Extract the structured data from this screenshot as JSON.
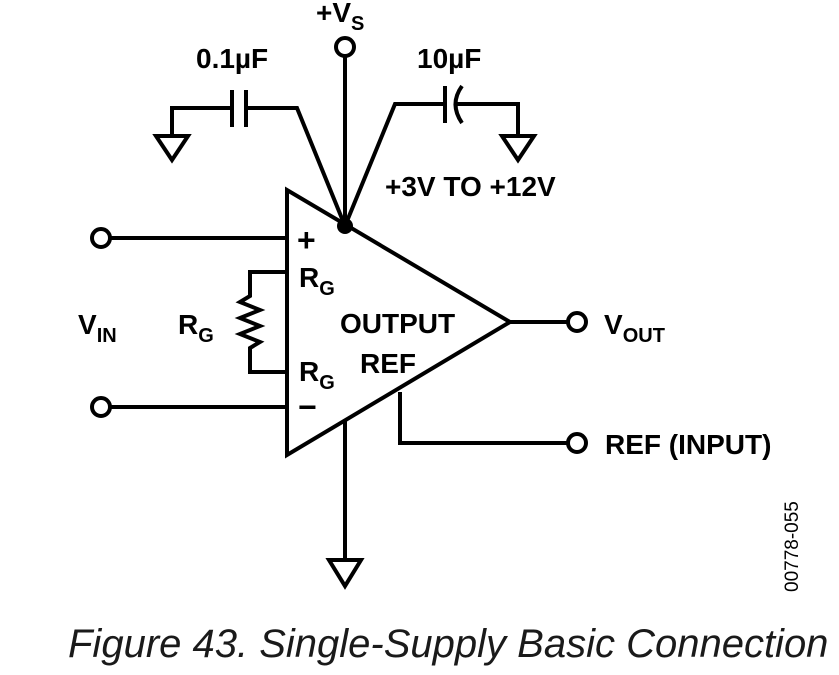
{
  "labels": {
    "supply_main": "+V",
    "supply_sub": "S",
    "cap_small": "0.1µF",
    "cap_large": "10µF",
    "supply_range": "+3V TO +12V",
    "plus_sign": "+",
    "minus_sign": "−",
    "rg_main": "R",
    "rg_sub": "G",
    "vin_main": "V",
    "vin_sub": "IN",
    "output": "OUTPUT",
    "ref": "REF",
    "vout_main": "V",
    "vout_sub": "OUT",
    "ref_input": "REF (INPUT)",
    "figure_code": "00778-055"
  },
  "caption": "Figure 43. Single-Supply Basic Connection"
}
